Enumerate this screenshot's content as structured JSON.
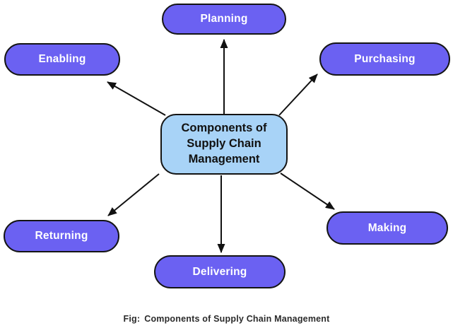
{
  "diagram_title": "Components of Supply Chain Management",
  "center": {
    "lines": [
      "Components of",
      "Supply Chain",
      "Management"
    ],
    "fill": "#a8d3f7",
    "border": "#141414",
    "text_color": "#111111"
  },
  "nodes": [
    {
      "id": "planning",
      "label": "Planning",
      "position": "top"
    },
    {
      "id": "purchasing",
      "label": "Purchasing",
      "position": "top-right"
    },
    {
      "id": "making",
      "label": "Making",
      "position": "bottom-right"
    },
    {
      "id": "delivering",
      "label": "Delivering",
      "position": "bottom"
    },
    {
      "id": "returning",
      "label": "Returning",
      "position": "bottom-left"
    },
    {
      "id": "enabling",
      "label": "Enabling",
      "position": "top-left"
    }
  ],
  "edges": [
    {
      "from": "center",
      "to": "planning"
    },
    {
      "from": "center",
      "to": "purchasing"
    },
    {
      "from": "center",
      "to": "making"
    },
    {
      "from": "center",
      "to": "delivering"
    },
    {
      "from": "center",
      "to": "returning"
    },
    {
      "from": "center",
      "to": "enabling"
    }
  ],
  "caption": {
    "prefix": "Fig:",
    "text": "Components of Supply Chain Management"
  },
  "colors": {
    "node_fill": "#6b61f2",
    "node_border": "#141414",
    "node_text": "#ffffff",
    "center_fill": "#a8d3f7",
    "arrow": "#111111",
    "background": "#ffffff",
    "caption_text": "#2b2b2b"
  }
}
